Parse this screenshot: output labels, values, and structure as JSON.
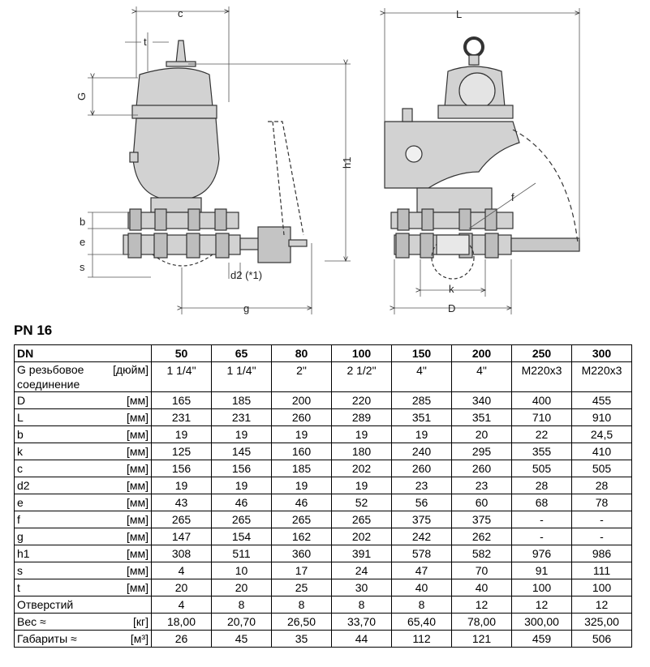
{
  "drawing": {
    "dims": {
      "c": "c",
      "t": "t",
      "G": "G",
      "b": "b",
      "e": "e",
      "s": "s",
      "d2": "d2 (*1)",
      "g": "g",
      "h1": "h1",
      "L": "L",
      "f": "f",
      "k": "k",
      "D": "D"
    }
  },
  "title": "PN 16",
  "table": {
    "header": [
      "DN",
      "50",
      "65",
      "80",
      "100",
      "150",
      "200",
      "250",
      "300"
    ],
    "rows": [
      {
        "label": "G резьбовое",
        "unit": "[дюйм]",
        "label2": "соединение",
        "values": [
          "1 1/4\"",
          "1 1/4\"",
          "2\"",
          "2 1/2\"",
          "4\"",
          "4\"",
          "M220x3",
          "M220x3"
        ]
      },
      {
        "label": "D",
        "unit": "[мм]",
        "values": [
          "165",
          "185",
          "200",
          "220",
          "285",
          "340",
          "400",
          "455"
        ]
      },
      {
        "label": "L",
        "unit": "[мм]",
        "values": [
          "231",
          "231",
          "260",
          "289",
          "351",
          "351",
          "710",
          "910"
        ]
      },
      {
        "label": "b",
        "unit": "[мм]",
        "values": [
          "19",
          "19",
          "19",
          "19",
          "19",
          "20",
          "22",
          "24,5"
        ]
      },
      {
        "label": "k",
        "unit": "[мм]",
        "values": [
          "125",
          "145",
          "160",
          "180",
          "240",
          "295",
          "355",
          "410"
        ]
      },
      {
        "label": "c",
        "unit": "[мм]",
        "values": [
          "156",
          "156",
          "185",
          "202",
          "260",
          "260",
          "505",
          "505"
        ]
      },
      {
        "label": "d2",
        "unit": "[мм]",
        "values": [
          "19",
          "19",
          "19",
          "19",
          "23",
          "23",
          "28",
          "28"
        ]
      },
      {
        "label": "e",
        "unit": "[мм]",
        "values": [
          "43",
          "46",
          "46",
          "52",
          "56",
          "60",
          "68",
          "78"
        ]
      },
      {
        "label": "f",
        "unit": "[мм]",
        "values": [
          "265",
          "265",
          "265",
          "265",
          "375",
          "375",
          "-",
          "-"
        ]
      },
      {
        "label": "g",
        "unit": "[мм]",
        "values": [
          "147",
          "154",
          "162",
          "202",
          "242",
          "262",
          "-",
          "-"
        ]
      },
      {
        "label": "h1",
        "unit": "[мм]",
        "values": [
          "308",
          "511",
          "360",
          "391",
          "578",
          "582",
          "976",
          "986"
        ]
      },
      {
        "label": "s",
        "unit": "[мм]",
        "values": [
          "4",
          "10",
          "17",
          "24",
          "47",
          "70",
          "91",
          "111"
        ]
      },
      {
        "label": "t",
        "unit": "[мм]",
        "values": [
          "20",
          "20",
          "25",
          "30",
          "40",
          "40",
          "100",
          "100"
        ]
      },
      {
        "label": "Отверстий",
        "unit": "",
        "values": [
          "4",
          "8",
          "8",
          "8",
          "8",
          "12",
          "12",
          "12"
        ]
      },
      {
        "label": "Вес ≈",
        "unit": "[кг]",
        "values": [
          "18,00",
          "20,70",
          "26,50",
          "33,70",
          "65,40",
          "78,00",
          "300,00",
          "325,00"
        ]
      },
      {
        "label": "Габариты ≈",
        "unit": "[м³]",
        "values": [
          "26",
          "45",
          "35",
          "44",
          "112",
          "121",
          "459",
          "506"
        ]
      }
    ]
  }
}
